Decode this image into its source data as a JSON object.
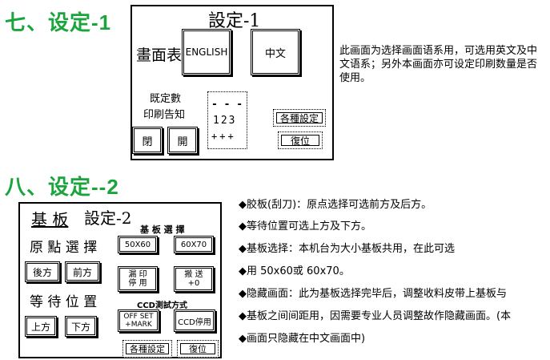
{
  "section1": {
    "heading_cn": "七、设定",
    "heading_num": "-1",
    "panel_title": "設定-1",
    "screen_display_label": "畫面表示",
    "btn_english": "ENGLISH",
    "btn_chinese": "中文",
    "quantity_label": "既定數",
    "print_notify_label": "印刷告知",
    "counter_digits": "123",
    "btn_close": "閉",
    "btn_open": "開",
    "btn_settings": "各種設定",
    "btn_reset": "復位",
    "description": "此画面为选择画面语系用，可选用英文及中文语系；另外本画面亦可设定印刷数量是否使用。"
  },
  "section2": {
    "heading_cn": "八、设定",
    "heading_num": "--2",
    "panel_title_a": "基 板",
    "panel_title_b": "設定-2",
    "substrate_select_label": "基 板 選 擇",
    "origin_select_label": "原 點 選 擇",
    "btn_50x60": "50X60",
    "btn_60x70": "60X70",
    "btn_back": "後方",
    "btn_front": "前方",
    "btn_print_stop": "漏 印\n停 用",
    "btn_transport": "搬 送\n+0",
    "wait_position_label": "等 待 位 置",
    "ccd_mode_label": "CCD測試方式",
    "btn_top": "上方",
    "btn_bottom": "下方",
    "btn_offset_mark": "OFF SET\n+MARK",
    "btn_ccd_stop": "CCD停用",
    "btn_settings": "各種設定",
    "btn_reset": "復位",
    "bullets": [
      "◆胶板(刮刀)：原点选择可选前方及后方。",
      "◆等待位置可选上方及下方。",
      "◆基板选择：本机台为大小基板共用，在此可选",
      "◆用 50x60或 60x70。",
      "◆隐藏画面：此为基板选择完毕后，调整收料皮带上基板与",
      "◆基板之间间距用，因需要专业人员调整故作隐藏画面。(本",
      "◆画面只隐藏在中文画面中)"
    ]
  }
}
